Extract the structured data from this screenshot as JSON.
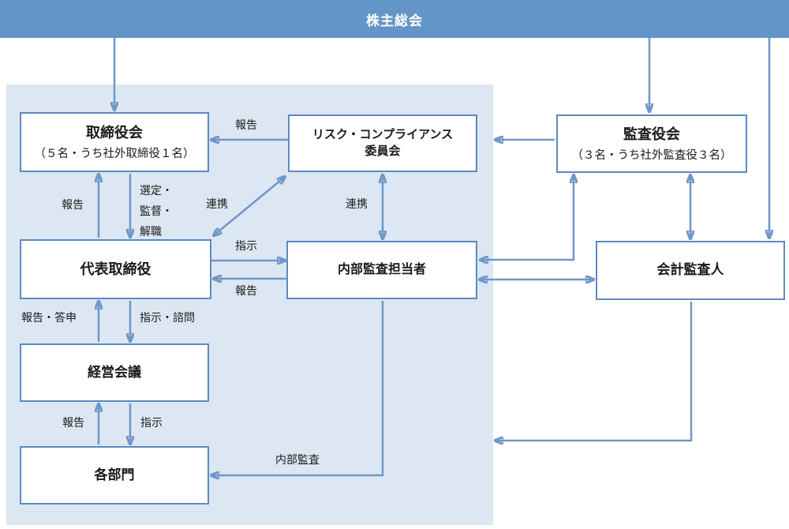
{
  "banner": {
    "title": "株主総会"
  },
  "boxes": {
    "board": {
      "title": "取締役会",
      "subtitle": "（５名・うち社外取締役１名）"
    },
    "risk_committee": {
      "title_line1": "リスク・コンプライアンス",
      "title_line2": "委員会"
    },
    "audit_board": {
      "title": "監査役会",
      "subtitle": "（３名・うち社外監査役３名）"
    },
    "ceo": {
      "title": "代表取締役"
    },
    "internal_audit": {
      "title": "内部監査担当者"
    },
    "accounting_auditor": {
      "title": "会計監査人"
    },
    "management_meeting": {
      "title": "経営会議"
    },
    "departments": {
      "title": "各部門"
    }
  },
  "edge_labels": {
    "report_risk_to_board": "報告",
    "report_board_ceo": "報告",
    "appoint_line1": "選定・",
    "appoint_line2": "監督・",
    "appoint_line3": "解職",
    "cooperation_diagonal": "連携",
    "cooperation_vertical": "連携",
    "instruction_ceo_to_internal": "指示",
    "report_internal_to_ceo": "報告",
    "report_consultation": "報告・答申",
    "instruction_advisory": "指示・諮問",
    "report_dept": "報告",
    "instruction_dept": "指示",
    "internal_audit_flow": "内部監査"
  },
  "colors": {
    "banner_bg": "#6495c8",
    "banner_text": "#ffffff",
    "panel_bg": "#dce7f3",
    "box_border": "#5d8ac0",
    "arrow": "#7097c6",
    "text": "#1a1a1a",
    "box_bg": "#ffffff"
  }
}
